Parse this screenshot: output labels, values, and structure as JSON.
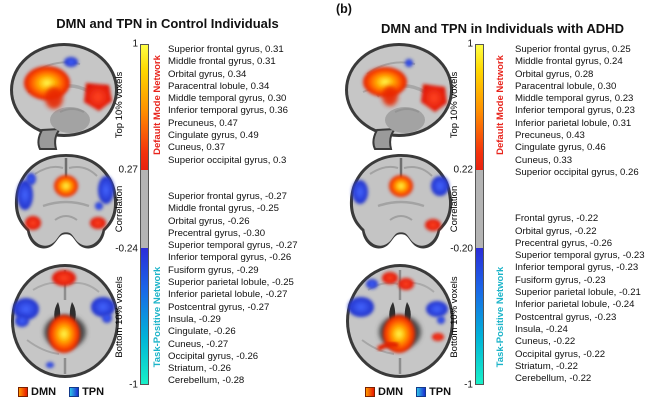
{
  "figure_label": "(b)",
  "legend": {
    "dmn": "DMN",
    "tpn": "TPN"
  },
  "colors": {
    "dmn_accent": "#e8241c",
    "tpn_accent": "#1ab3c8",
    "colorbar_top_yellow": "#ffff44",
    "colorbar_red": "#e82210",
    "colorbar_gray": "#b4b4b4",
    "colorbar_blue": "#2c2cd8",
    "colorbar_cyan": "#18f0c8",
    "activation_hot": "#ff9100",
    "deactivation_blue": "#2030c8"
  },
  "panels": [
    {
      "title": "DMN and TPN in Control Individuals",
      "colorbar": {
        "top_tick": "1",
        "upper_threshold": "0.27",
        "lower_threshold": "-0.24",
        "bottom_tick": "-1",
        "upper_label": "Top 10% voxels",
        "middle_label": "Correlation",
        "lower_label": "Bottom 10% voxels"
      },
      "dmn_network_label": "Default Mode Network",
      "tpn_network_label": "Task-Positive Network",
      "dmn_regions": [
        "Superior frontal gyrus, 0.31",
        "Middle frontal gyrus, 0.31",
        "Orbital gyrus, 0.34",
        "Paracentral lobule, 0.34",
        "Middle temporal gyrus, 0.30",
        "Inferior temporal gyrus, 0.36",
        "Precuneus, 0.47",
        "Cingulate gyrus, 0.49",
        "Cuneus, 0.37",
        "Superior occipital gyrus, 0.3"
      ],
      "tpn_regions": [
        "Superior frontal gyrus, -0.27",
        "Middle frontal gyrus, -0.25",
        "Orbital gyrus, -0.26",
        "Precentral gyrus, -0.30",
        "Superior temporal gyrus, -0.27",
        "Inferior temporal gyrus, -0.26",
        "Fusiform gyrus, -0.29",
        "Superior parietal lobule, -0.25",
        "Inferior parietal lobule, -0.27",
        "Postcentral gyrus, -0.27",
        "Insula, -0.29",
        "Cingulate, -0.26",
        "Cuneus, -0.27",
        "Occipital gyrus, -0.26",
        "Striatum, -0.26",
        "Cerebellum, -0.28"
      ]
    },
    {
      "title": "DMN and TPN in Individuals with ADHD",
      "colorbar": {
        "top_tick": "1",
        "upper_threshold": "0.22",
        "lower_threshold": "-0.20",
        "bottom_tick": "-1",
        "upper_label": "Top 10% voxels",
        "middle_label": "Correlation",
        "lower_label": "Bottom 10% voxels"
      },
      "dmn_network_label": "Default Mode Network",
      "tpn_network_label": "Task-Positive Network",
      "dmn_regions": [
        "Superior frontal gyrus, 0.25",
        "Middle frontal gyrus, 0.24",
        "Orbital gyrus, 0.28",
        "Paracentral lobule, 0.30",
        "Middle temporal gyrus, 0.23",
        "Inferior temporal gyrus, 0.23",
        "Inferior parietal lobule, 0.31",
        "Precuneus, 0.43",
        "Cingulate gyrus, 0.46",
        "Cuneus, 0.33",
        "Superior occipital gyrus, 0.26"
      ],
      "tpn_regions": [
        "Frontal gyrus, -0.22",
        "Orbital gyrus, -0.22",
        "Precentral gyrus, -0.26",
        "Superior temporal gyrus, -0.23",
        "Inferior temporal gyrus, -0.23",
        "Fusiform gyrus, -0.23",
        "Superior parietal lobule, -0.21",
        "Inferior parietal lobule, -0.24",
        "Postcentral gyrus, -0.23",
        "Insula, -0.24",
        "Cuneus, -0.22",
        "Occipital gyrus, -0.22",
        "Striatum, -0.22",
        "Cerebellum, -0.22"
      ]
    }
  ]
}
